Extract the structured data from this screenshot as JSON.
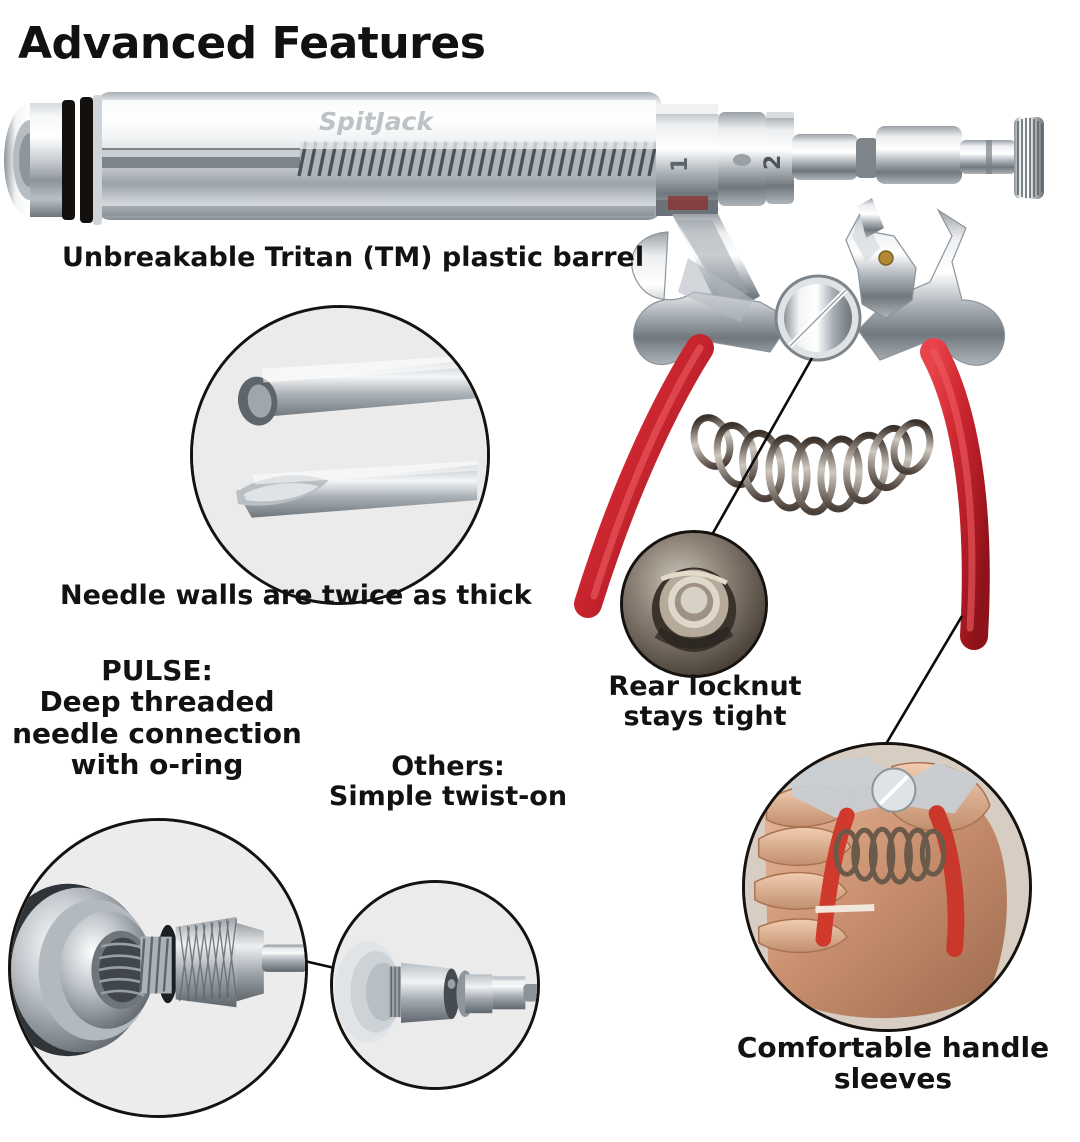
{
  "page": {
    "title": "Advanced Features",
    "background_color": "#ffffff",
    "text_color": "#121212",
    "accent_red": "#c8232c",
    "metal_light": "#e8eaec",
    "metal_dark": "#6f767c"
  },
  "product": {
    "brand_on_barrel": "SpitJack",
    "barrel_markings": [
      "1",
      "2"
    ]
  },
  "captions": {
    "barrel": "Unbreakable Tritan (TM) plastic barrel",
    "needle": "Needle walls are twice as thick",
    "pulse": "PULSE:\nDeep threaded\nneedle connection\nwith o-ring",
    "others": "Others:\nSimple twist-on",
    "locknut": "Rear locknut\nstays tight",
    "sleeves": "Comfortable handle\nsleeves"
  },
  "insets": {
    "needle": {
      "name": "needle-tip-comparison",
      "shape": "ellipse"
    },
    "pulse": {
      "name": "pulse-threaded-connector",
      "shape": "circle"
    },
    "others": {
      "name": "others-twist-on-connector",
      "shape": "circle"
    },
    "locknut": {
      "name": "rear-locknut-closeup",
      "shape": "circle"
    },
    "hand": {
      "name": "hand-holding-handle-sleeves",
      "shape": "circle"
    }
  },
  "leader_lines": [
    {
      "name": "locknut-leader",
      "from": "pivot-screw",
      "to": "locknut-inset"
    },
    {
      "name": "sleeves-leader",
      "from": "red-handle",
      "to": "hand-inset"
    },
    {
      "name": "connector-leader",
      "from": "pulse-inset",
      "to": "others-inset"
    }
  ]
}
